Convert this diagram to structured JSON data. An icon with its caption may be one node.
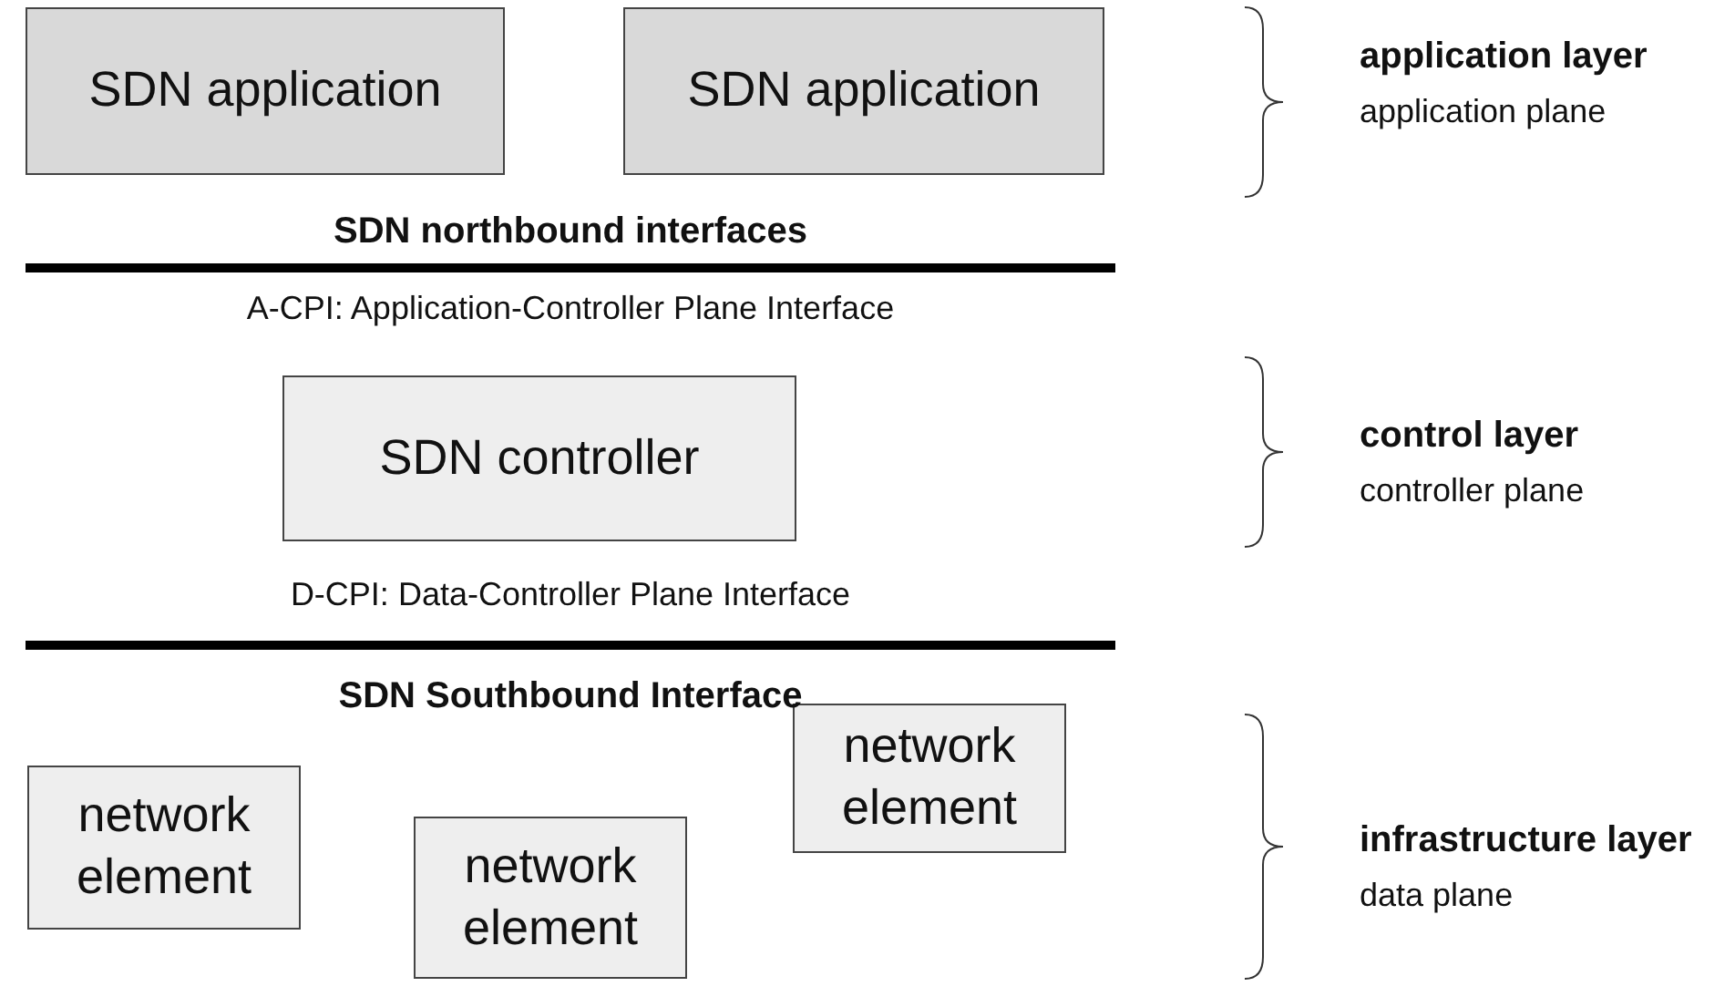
{
  "diagram": {
    "nodes": [
      {
        "text": [
          "SDN application"
        ]
      },
      {
        "text": [
          "SDN application"
        ]
      },
      {
        "text": [
          "SDN controller"
        ]
      },
      {
        "text": [
          "network element"
        ]
      },
      {
        "text": [
          "network element"
        ]
      },
      {
        "text": [
          "network element"
        ]
      }
    ],
    "labels": [
      "application layer",
      "application plane",
      "SDN northbound interfaces",
      "A-CPI: Application-Controller Plane Interface",
      "control layer",
      "controller plane",
      "D-CPI: Data-Controller Plane Interface",
      "SDN Southbound Interface",
      "infrastructure layer",
      "data plane"
    ]
  }
}
